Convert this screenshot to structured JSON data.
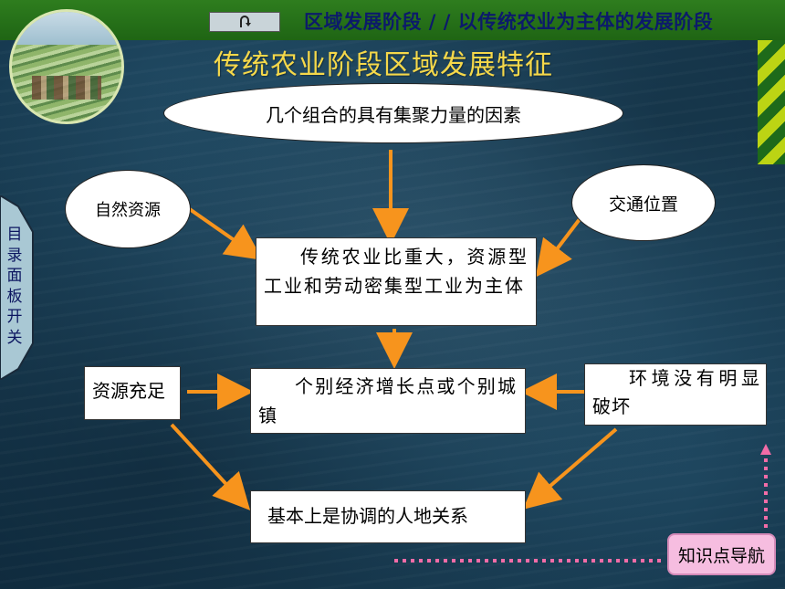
{
  "header": {
    "breadcrumb": "区域发展阶段 / / 以传统农业为主体的发展阶段",
    "return_icon": "return-arrow-icon"
  },
  "page_title": "传统农业阶段区域发展特征",
  "side_panel": {
    "label": "目录面板开关"
  },
  "diagram": {
    "top_factor": "几个组合的具有集聚力量的因素",
    "natural_resources": "自然资源",
    "transport_location": "交通位置",
    "center_box": "传统农业比重大，资源型工业和劳动密集型工业为主体",
    "resources_sufficient": "资源充足",
    "growth_points": "个别经济增长点或个别城镇",
    "environment": "环境没有明显破坏",
    "result": "基本上是协调的人地关系",
    "arrow_color": "#f7941d"
  },
  "nav": {
    "label": "知识点导航",
    "dotted_color": "#f26ca7"
  }
}
